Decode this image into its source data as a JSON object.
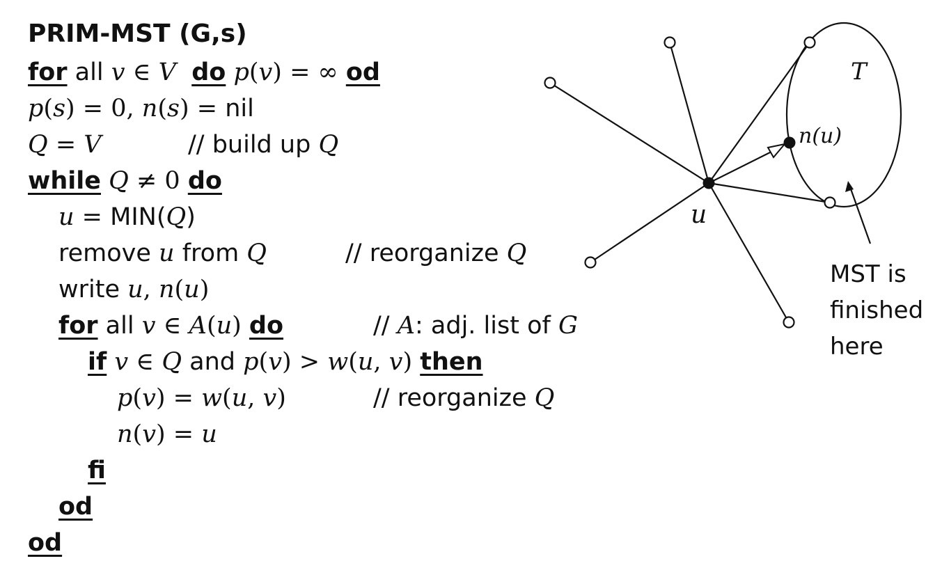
{
  "title": "PRIM-MST (G,s)",
  "code": {
    "l1": {
      "kw_for": "for",
      "text1": " all ",
      "m1": "v",
      "r1": " ∈ ",
      "m2": "V",
      "kw_do": "do",
      "m3": "p",
      "r2": "(",
      "m4": "v",
      "r3": ") = ∞ ",
      "kw_od": "od"
    },
    "l2": {
      "m1": "p",
      "r1": "(",
      "m2": "s",
      "r2": ") = 0,  ",
      "m3": "n",
      "r3": "(",
      "m4": "s",
      "r4": ") = ",
      "text": "nil"
    },
    "l3": {
      "m1": "Q",
      "r1": " = ",
      "m2": "V",
      "comment": "// build up ",
      "m3": "Q"
    },
    "l4": {
      "kw_while": "while",
      "m1": "Q",
      "r1": " ≠ 0 ",
      "kw_do": "do"
    },
    "l5": {
      "m1": "u",
      "r1": " = ",
      "text": "MIN(",
      "m2": "Q",
      "text2": ")"
    },
    "l6": {
      "text1": "remove ",
      "m1": "u",
      "text2": " from ",
      "m2": "Q",
      "comment": "// reorganize ",
      "m3": "Q"
    },
    "l7": {
      "text1": "write ",
      "m1": "u",
      "r1": ", ",
      "m2": "n",
      "r2": "(",
      "m3": "u",
      "r3": ")"
    },
    "l8": {
      "kw_for": "for",
      "text1": " all ",
      "m1": "v",
      "r1": " ∈ ",
      "m2": "A",
      "r2": "(",
      "m3": "u",
      "r3": ") ",
      "kw_do": "do",
      "comment1": "// ",
      "m4": "A",
      "comment2": ": adj. list of ",
      "m5": "G"
    },
    "l9": {
      "kw_if": "if",
      "m1": "v",
      "r1": " ∈ ",
      "m2": "Q",
      "text1": " and ",
      "m3": "p",
      "r2": "(",
      "m4": "v",
      "r3": ") > ",
      "m5": "w",
      "r4": "(",
      "m6": "u",
      "r5": ", ",
      "m7": "v",
      "r6": ") ",
      "kw_then": "then"
    },
    "l10": {
      "m1": "p",
      "r1": "(",
      "m2": "v",
      "r2": ") = ",
      "m3": "w",
      "r3": "(",
      "m4": "u",
      "r4": ", ",
      "m5": "v",
      "r5": ")",
      "comment": "// reorganize ",
      "m6": "Q"
    },
    "l11": {
      "m1": "n",
      "r1": "(",
      "m2": "v",
      "r2": ") = ",
      "m3": "u"
    },
    "l12": {
      "kw_fi": "fi"
    },
    "l13": {
      "kw_od": "od"
    },
    "l14": {
      "kw_od": "od"
    }
  },
  "diagram": {
    "label_T": "T",
    "label_nu": "n(u)",
    "label_u": "u",
    "note_lines": [
      "MST is",
      "finished",
      "here"
    ]
  }
}
